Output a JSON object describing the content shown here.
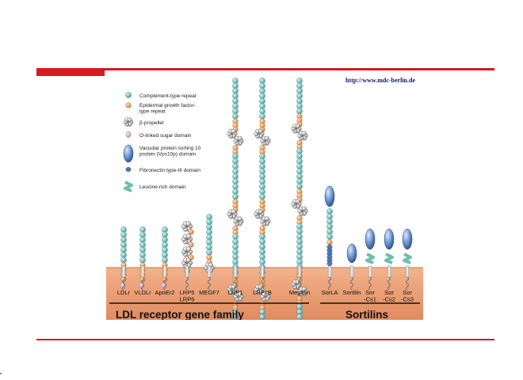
{
  "source_url": "http://www.mdc-berlin.de",
  "legend": [
    {
      "icon": "complement-repeat",
      "label": "Complement-type repeat"
    },
    {
      "icon": "egf-repeat",
      "label": "Epidermal growth factor-\ntype repeat"
    },
    {
      "icon": "beta-propeller",
      "label": "β-propeller"
    },
    {
      "icon": "o-linked-sugar",
      "label": "O-linked sugar domain"
    },
    {
      "icon": "vps10p",
      "label": "Vacuolar protein sorting 10\nprotein (Vps10p) domain"
    },
    {
      "icon": "fibronectin",
      "label": "Fibronectin type-III domain"
    },
    {
      "icon": "leucine-rich",
      "label": "Leucine-rich domain"
    }
  ],
  "receptors": [
    {
      "label": "LDLr"
    },
    {
      "label": "VLDLr"
    },
    {
      "label": "ApoEr2"
    },
    {
      "label": "LRP5\nLRP6"
    },
    {
      "label": "MEGF7"
    },
    {
      "label": "LRP1"
    },
    {
      "label": "LRP1B"
    },
    {
      "label": "Megalin"
    },
    {
      "label": "SorLA"
    },
    {
      "label": "Sortilin"
    },
    {
      "label": "Sor\n-Cs1"
    },
    {
      "label": "Sor\n-Cs2"
    },
    {
      "label": "Sor\n-Cs3"
    }
  ],
  "groups": {
    "ldl_family": "LDL receptor gene family",
    "sortilins": "Sortilins"
  },
  "colors": {
    "accent_red": "#d71920",
    "membrane": "#e9946a",
    "complement": "#7cc3c1",
    "egf": "#f0a468",
    "propeller": "#c8c8c8",
    "sugar": "#d8b0d8",
    "vps10p": "#6a93d0",
    "fibronectin": "#4e78b8",
    "leucine": "#6cc0a8"
  }
}
